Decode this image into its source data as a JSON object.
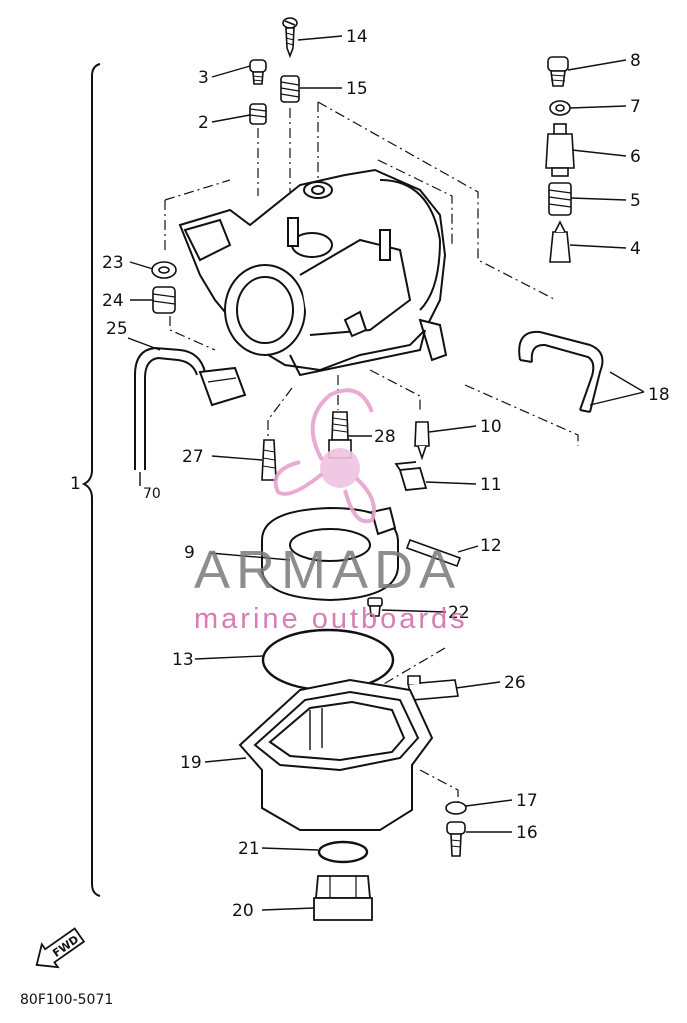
{
  "diagram": {
    "title": "",
    "part_code": "80F100-5071",
    "assembly_number": "1",
    "fwd_label": "FWD",
    "callouts": [
      "2",
      "3",
      "4",
      "5",
      "6",
      "7",
      "8",
      "9",
      "10",
      "11",
      "12",
      "13",
      "14",
      "15",
      "16",
      "17",
      "18",
      "19",
      "20",
      "21",
      "22",
      "23",
      "24",
      "25",
      "26",
      "27",
      "28"
    ],
    "hose_tag": "70"
  },
  "watermark": {
    "brand": "ARMADA",
    "tagline": "marine outboards",
    "logo_color": "#e7a3cf"
  },
  "colors": {
    "line": "#111111",
    "background": "#ffffff",
    "watermark_text": "#7a7a7a",
    "watermark_accent": "#d46fae"
  }
}
